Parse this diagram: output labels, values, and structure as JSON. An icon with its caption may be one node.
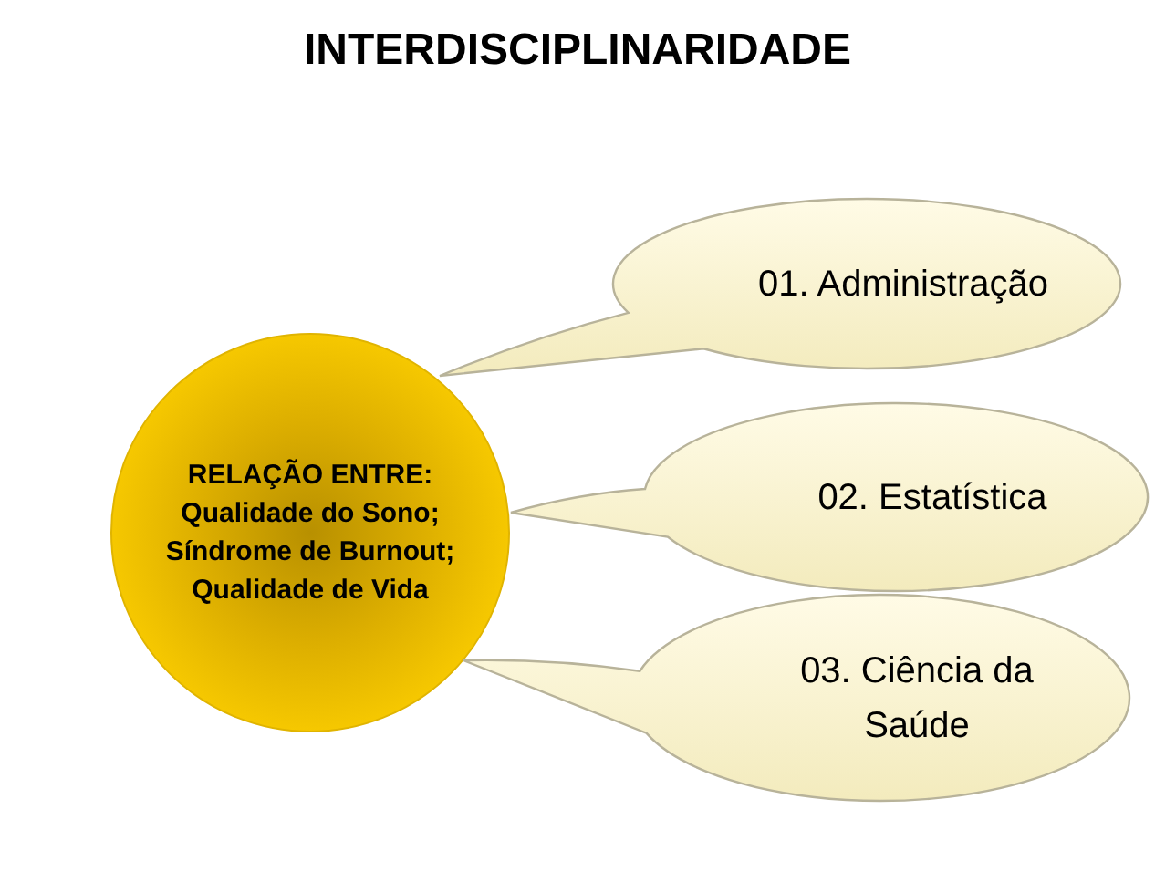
{
  "diagram": {
    "title": "INTERDISCIPLINARIDADE",
    "nodes": [
      {
        "text": [
          "RELAÇÃO ENTRE:",
          "Qualidade do Sono; Síndrome de Burnout; Qualidade de Vida"
        ]
      },
      {
        "text": [
          "01. Administração"
        ]
      },
      {
        "text": [
          "02. Estatística"
        ]
      },
      {
        "text": [
          "03. Ciência da Saúde"
        ]
      }
    ]
  }
}
